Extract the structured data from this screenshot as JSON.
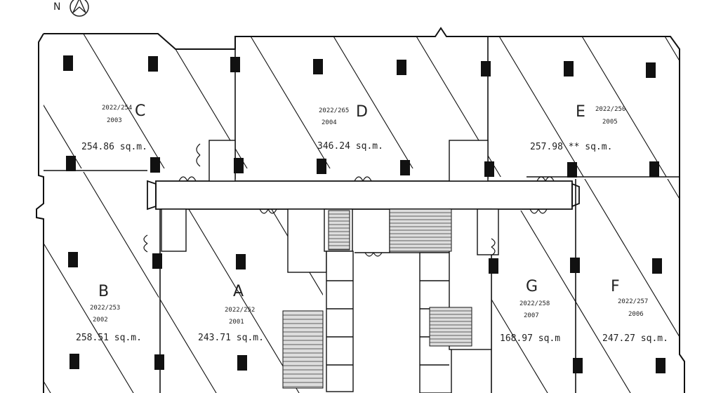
{
  "compass": {
    "label": "N"
  },
  "units": [
    {
      "id": "C",
      "letter": "C",
      "ref": "2022/254",
      "number": "2003",
      "area": "254.86 sq.m."
    },
    {
      "id": "D",
      "letter": "D",
      "ref": "2022/265",
      "number": "2004",
      "area": "346.24 sq.m."
    },
    {
      "id": "E",
      "letter": "E",
      "ref": "2022/250",
      "number": "2005",
      "area": "257.98 ** sq.m."
    },
    {
      "id": "B",
      "letter": "B",
      "ref": "2022/253",
      "number": "2002",
      "area": "258.51 sq.m."
    },
    {
      "id": "A",
      "letter": "A",
      "ref": "2022/252",
      "number": "2001",
      "area": "243.71 sq.m."
    },
    {
      "id": "G",
      "letter": "G",
      "ref": "2022/258",
      "number": "2007",
      "area": "168.97 sq.m"
    },
    {
      "id": "F",
      "letter": "F",
      "ref": "2022/257",
      "number": "2006",
      "area": "247.27 sq.m."
    }
  ]
}
